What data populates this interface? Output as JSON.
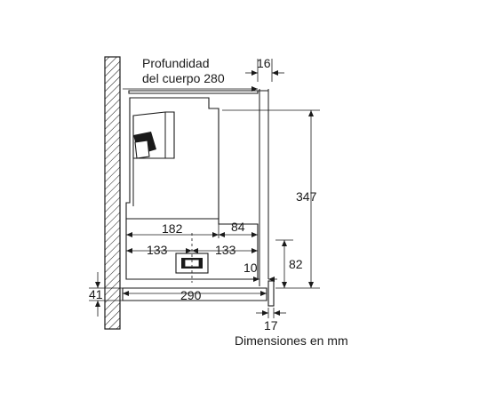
{
  "diagram": {
    "labels": {
      "depth_line1": "Profundidad",
      "depth_line2": "del cuerpo 280",
      "d16": "16",
      "d347": "347",
      "d182": "182",
      "d84": "84",
      "d133_left": "133",
      "d133_right": "133",
      "d82": "82",
      "d10": "10",
      "d41": "41",
      "d290": "290",
      "d17": "17"
    },
    "caption": "Dimensiones en mm"
  }
}
